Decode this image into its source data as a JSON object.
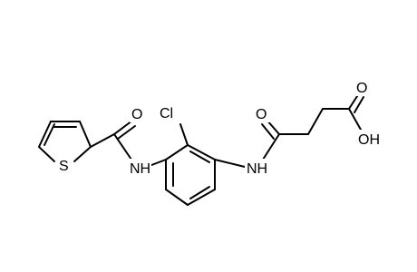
{
  "molecule": {
    "atoms": {
      "S": "S",
      "amide_O_left": "O",
      "amide_NH_left": "NH",
      "Cl": "Cl",
      "amide_NH_right": "NH",
      "amide_O_right": "O",
      "acid_O_double": "O",
      "acid_OH": "OH"
    }
  }
}
